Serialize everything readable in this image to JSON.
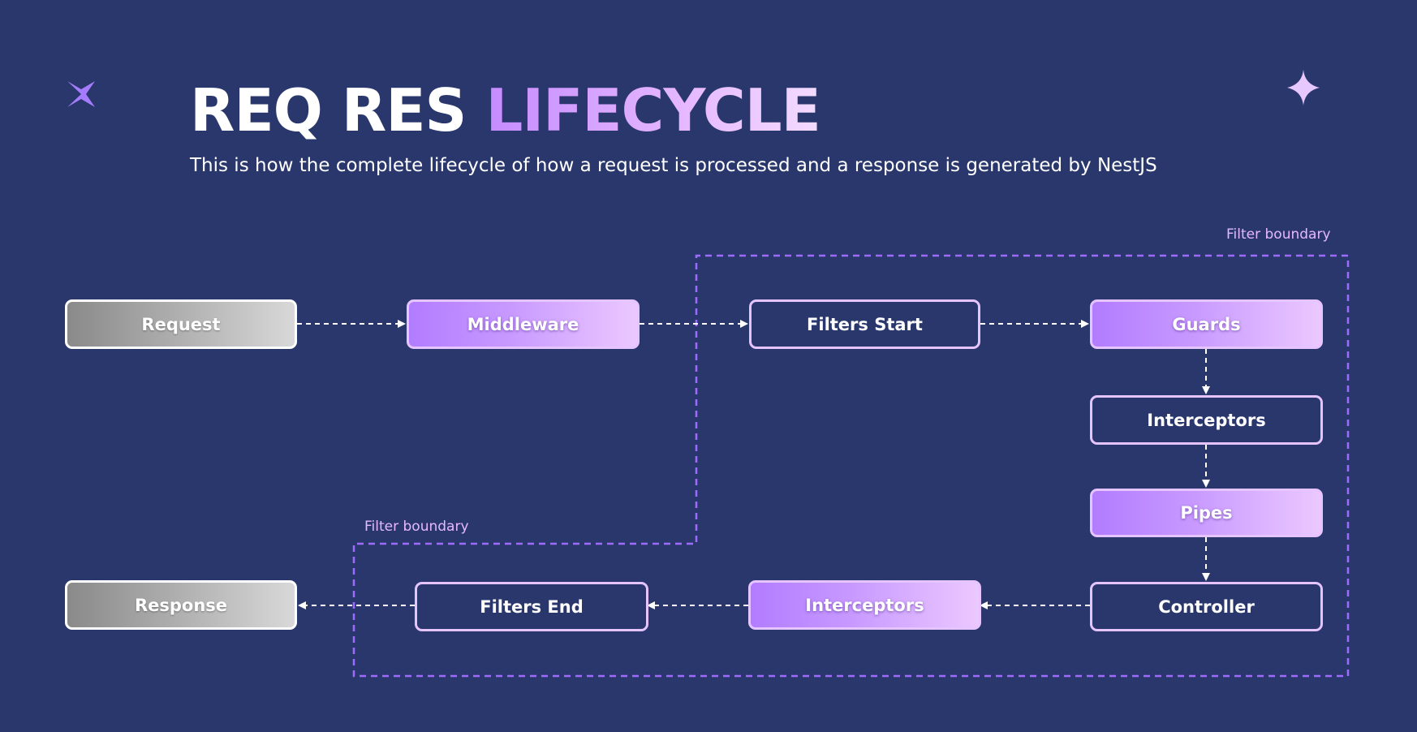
{
  "header": {
    "title_part1": "REQ RES",
    "title_part2": "LIFECYCLE",
    "subtitle": "This is how the complete lifecycle of how a request is processed and a response is generated by NestJS"
  },
  "boundary_labels": {
    "top": "Filter boundary",
    "bottom": "Filter boundary"
  },
  "nodes": {
    "request": "Request",
    "middleware": "Middleware",
    "filters_start": "Filters Start",
    "guards": "Guards",
    "interceptors_in": "Interceptors",
    "pipes": "Pipes",
    "controller": "Controller",
    "interceptors_out": "Interceptors",
    "filters_end": "Filters End",
    "response": "Response"
  },
  "colors": {
    "background": "#2a376c",
    "accent_purple": "#b27cff",
    "accent_light": "#e6c4ff",
    "boundary": "#9d6bff"
  },
  "icons": {
    "top_left": "four-point-star-icon",
    "top_right": "sparkle-star-icon"
  }
}
